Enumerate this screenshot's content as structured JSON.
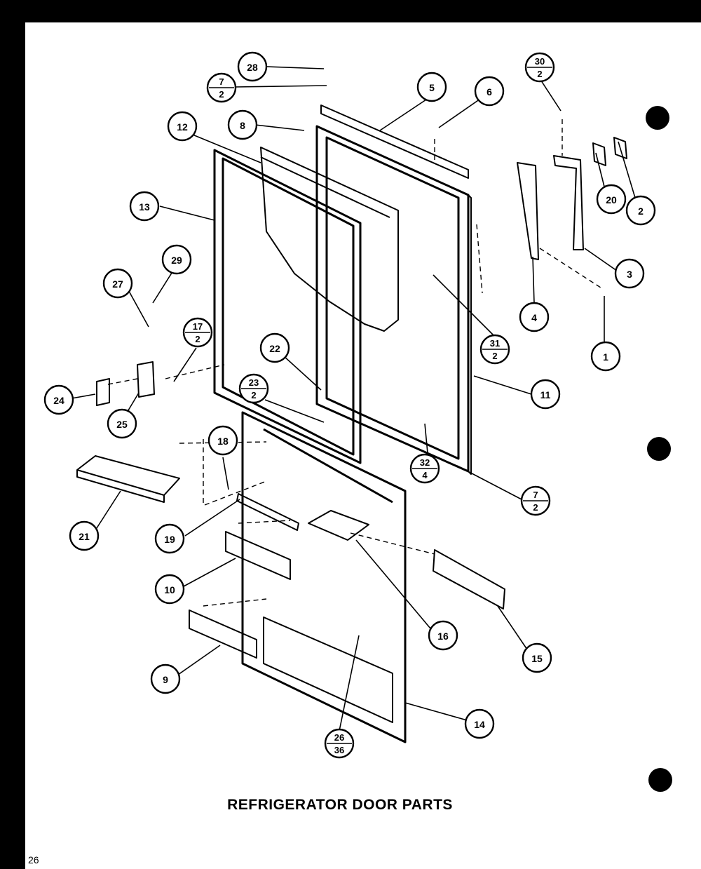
{
  "title": "REFRIGERATOR DOOR PARTS",
  "page_number": "26",
  "callouts": [
    {
      "id": "c28",
      "top": "28"
    },
    {
      "id": "c7a",
      "top": "7",
      "bottom": "2"
    },
    {
      "id": "c5",
      "top": "5"
    },
    {
      "id": "c6",
      "top": "6"
    },
    {
      "id": "c30",
      "top": "30",
      "bottom": "2"
    },
    {
      "id": "c8",
      "top": "8"
    },
    {
      "id": "c12",
      "top": "12"
    },
    {
      "id": "c13",
      "top": "13"
    },
    {
      "id": "c20",
      "top": "20"
    },
    {
      "id": "c2",
      "top": "2"
    },
    {
      "id": "c3",
      "top": "3"
    },
    {
      "id": "c29",
      "top": "29"
    },
    {
      "id": "c27",
      "top": "27"
    },
    {
      "id": "c4",
      "top": "4"
    },
    {
      "id": "c31",
      "top": "31",
      "bottom": "2"
    },
    {
      "id": "c1",
      "top": "1"
    },
    {
      "id": "c17",
      "top": "17",
      "bottom": "2"
    },
    {
      "id": "c22",
      "top": "22"
    },
    {
      "id": "c23",
      "top": "23",
      "bottom": "2"
    },
    {
      "id": "c11",
      "top": "11"
    },
    {
      "id": "c24",
      "top": "24"
    },
    {
      "id": "c25",
      "top": "25"
    },
    {
      "id": "c18",
      "top": "18"
    },
    {
      "id": "c32",
      "top": "32",
      "bottom": "4"
    },
    {
      "id": "c7b",
      "top": "7",
      "bottom": "2"
    },
    {
      "id": "c21",
      "top": "21"
    },
    {
      "id": "c19",
      "top": "19"
    },
    {
      "id": "c10",
      "top": "10"
    },
    {
      "id": "c16",
      "top": "16"
    },
    {
      "id": "c15",
      "top": "15"
    },
    {
      "id": "c9",
      "top": "9"
    },
    {
      "id": "c14",
      "top": "14"
    },
    {
      "id": "c26",
      "top": "26",
      "bottom": "36"
    }
  ]
}
